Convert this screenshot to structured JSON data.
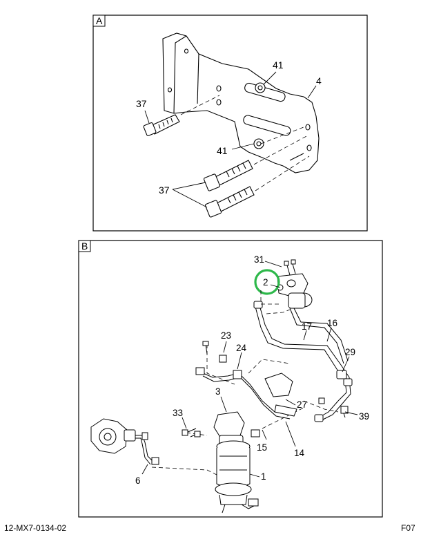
{
  "panels": {
    "a": {
      "id": "A"
    },
    "b": {
      "id": "B"
    }
  },
  "callouts_a": [
    "41",
    "4",
    "37",
    "41",
    "37"
  ],
  "callouts_b": [
    "31",
    "2",
    "17",
    "16",
    "23",
    "24",
    "29",
    "3",
    "27",
    "33",
    "39",
    "15",
    "14",
    "6",
    "1"
  ],
  "highlight": {
    "part": "2",
    "color": "#2db84a"
  },
  "footer": {
    "drawing_number": "12-MX7-0134-02",
    "figure_code": "F07"
  }
}
